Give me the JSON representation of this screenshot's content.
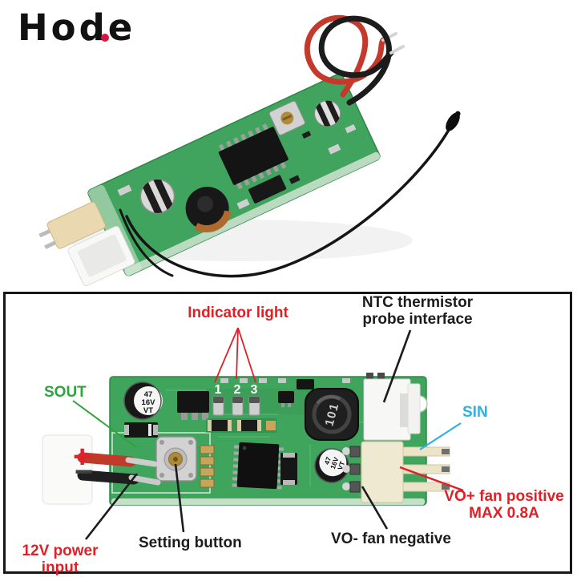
{
  "brand": {
    "logo_text": "Hode"
  },
  "colors": {
    "label_red": "#e01f26",
    "label_green": "#2fa33c",
    "label_cyan": "#29b2e8",
    "label_black": "#1c1c1c",
    "pcb_green": "#3fa55c",
    "logo_dot_red": "#d6173c",
    "frame_border": "#161616"
  },
  "diagram": {
    "labels": {
      "indicator_light": "Indicator light",
      "ntc_line1": "NTC thermistor",
      "ntc_line2": "probe interface",
      "sout": "SOUT",
      "sin": "SIN",
      "plus": "+",
      "minus": "−",
      "power_line1": "12V power",
      "power_line2": "input",
      "setting_button": "Setting button",
      "vo_negative": "VO- fan negative",
      "vo_positive_line1": "VO+ fan positive",
      "vo_positive_line2": "MAX 0.8A"
    },
    "pcb": {
      "led_numbers": [
        "1",
        "2",
        "3"
      ],
      "cap1": [
        "47",
        "16V",
        "VT"
      ],
      "cap2": [
        "47",
        "16V",
        "VT"
      ],
      "inductor_code": "101"
    }
  }
}
